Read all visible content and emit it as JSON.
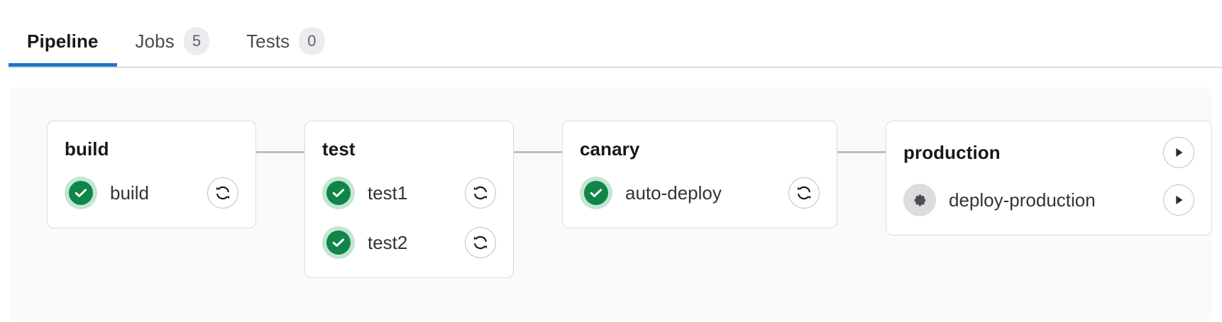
{
  "tabs": [
    {
      "label": "Pipeline",
      "badge": null,
      "active": true,
      "name": "tab-pipeline"
    },
    {
      "label": "Jobs",
      "badge": "5",
      "active": false,
      "name": "tab-jobs"
    },
    {
      "label": "Tests",
      "badge": "0",
      "active": false,
      "name": "tab-tests"
    }
  ],
  "colors": {
    "accent": "#1f75cb",
    "success": "#108548",
    "success_halo": "#c3e6d2",
    "manual": "#89888d",
    "manual_halo": "#dcdcde",
    "connector": "#bfbfc3",
    "panel_bg": "#fafafc",
    "card_border": "#dcdcde"
  },
  "pipeline": {
    "stages": [
      {
        "name": "build",
        "header_action": null,
        "jobs": [
          {
            "name": "build",
            "status": "success",
            "status_icon": "check-circle-icon",
            "action": "retry",
            "action_icon": "retry-icon"
          }
        ]
      },
      {
        "name": "test",
        "header_action": null,
        "jobs": [
          {
            "name": "test1",
            "status": "success",
            "status_icon": "check-circle-icon",
            "action": "retry",
            "action_icon": "retry-icon"
          },
          {
            "name": "test2",
            "status": "success",
            "status_icon": "check-circle-icon",
            "action": "retry",
            "action_icon": "retry-icon"
          }
        ]
      },
      {
        "name": "canary",
        "header_action": null,
        "jobs": [
          {
            "name": "auto-deploy",
            "status": "success",
            "status_icon": "check-circle-icon",
            "action": "retry",
            "action_icon": "retry-icon"
          }
        ]
      },
      {
        "name": "production",
        "header_action": {
          "action": "play",
          "action_icon": "play-icon"
        },
        "jobs": [
          {
            "name": "deploy-production",
            "status": "manual",
            "status_icon": "gear-icon",
            "action": "play",
            "action_icon": "play-icon"
          }
        ]
      }
    ]
  }
}
